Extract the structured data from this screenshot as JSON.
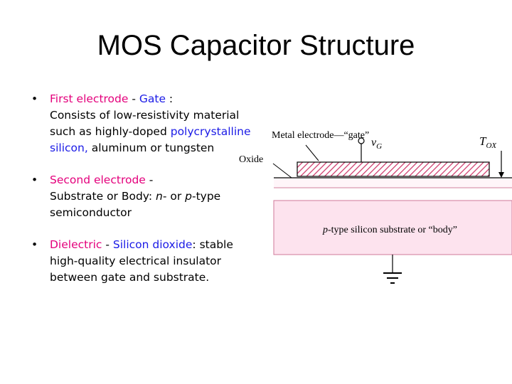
{
  "slide": {
    "title": "MOS Capacitor Structure"
  },
  "bullets": [
    {
      "marker": "•",
      "term": "First electrode",
      "sep": " - ",
      "name": "Gate",
      "colon": " :",
      "text1": "Consists of  low-resistivity material such as highly-doped ",
      "highlight": "polycrystalline silicon,",
      "text2": " aluminum or tungsten"
    },
    {
      "marker": "•",
      "term": "Second electrode",
      "sep": " - ",
      "text1": "Substrate or Body: ",
      "n": "n",
      "mid": "- or ",
      "p": "p",
      "text2": "-type semiconductor"
    },
    {
      "marker": "•",
      "term": "Dielectric",
      "sep": " - ",
      "name": "Silicon dioxide",
      "colon": ":",
      "text1": " stable high-quality electrical insulator between gate and substrate."
    }
  ],
  "diagram": {
    "metal_label": "Metal electrode—“gate”",
    "oxide_label": "Oxide",
    "vg_v": "v",
    "vg_sub": "G",
    "tox_t": "T",
    "tox_sub": "OX",
    "substrate_p": "p",
    "substrate_label": "-type silicon substrate or “body”",
    "colors": {
      "substrate_fill": "#fde3ee",
      "gate_hatch": "#cc3366",
      "substrate_border": "#d07a9a"
    }
  }
}
